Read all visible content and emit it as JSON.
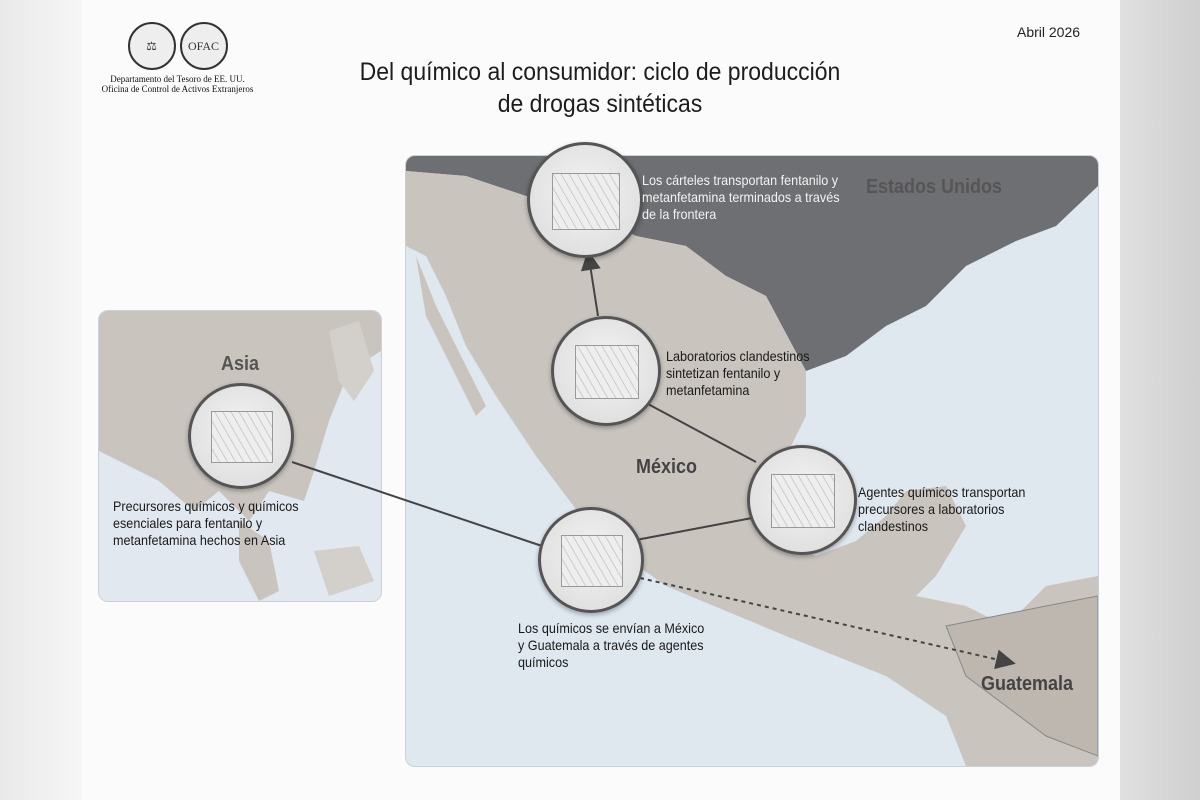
{
  "date": "Abril 2026",
  "title": {
    "line1": "Del químico al consumidor: ciclo de producción",
    "line2": "de drogas sintéticas"
  },
  "logo": {
    "seal_treasury": "Treasury seal",
    "seal_ofac": "OFAC",
    "line1": "Departamento del Tesoro de EE. UU.",
    "line2": "Oficina de Control de Activos Extranjeros"
  },
  "regions": {
    "us": "Estados Unidos",
    "mexico": "México",
    "guatemala": "Guatemala",
    "asia": "Asia"
  },
  "steps": [
    {
      "icon": "chemist-lab-icon",
      "text": "Precursores químicos y químicos esenciales para fentanilo y metanfetamina hechos en Asia"
    },
    {
      "icon": "cargo-ship-icon",
      "text": "Los químicos se envían a México y Guatemala a través de agentes químicos"
    },
    {
      "icon": "delivery-truck-icon",
      "text": "Agentes químicos transportan precursores a laboratorios clandestinos"
    },
    {
      "icon": "clandestine-lab-icon",
      "text": "Laboratorios clandestinos sintetizan fentanilo y metanfetamina"
    },
    {
      "icon": "border-crossing-truck-icon",
      "text": "Los cárteles transportan fentanilo y metanfetamina terminados a través de la frontera"
    }
  ],
  "colors": {
    "sea": "#dfe7ef",
    "us_land": "#6e6f73",
    "mx_land": "#c9c4be",
    "line": "#444444"
  }
}
